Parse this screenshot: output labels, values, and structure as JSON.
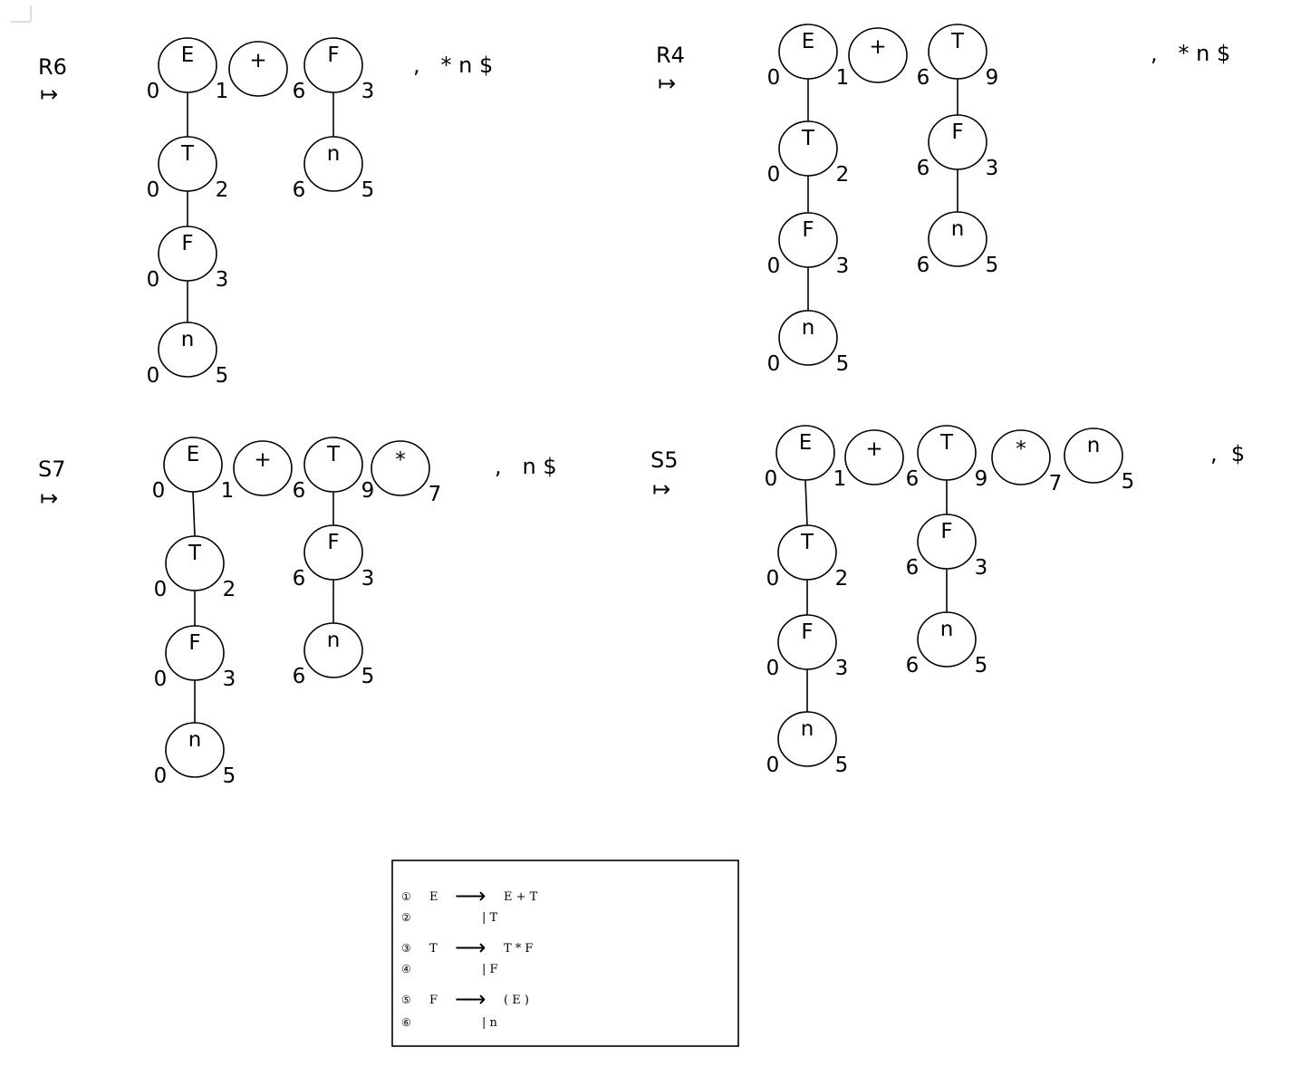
{
  "panels": [
    {
      "action": "R6",
      "arrow": "↦",
      "input": ",   * n $",
      "nodes": [
        {
          "sym": "E",
          "left": "0",
          "right": "1"
        },
        {
          "sym": "+",
          "left": "",
          "right": ""
        },
        {
          "sym": "F",
          "left": "6",
          "right": "3"
        },
        {
          "sym": "T",
          "left": "0",
          "right": "2"
        },
        {
          "sym": "n",
          "left": "6",
          "right": "5"
        },
        {
          "sym": "F",
          "left": "0",
          "right": "3"
        },
        {
          "sym": "n",
          "left": "0",
          "right": "5"
        }
      ]
    },
    {
      "action": "R4",
      "arrow": "↦",
      "input": ",   * n $",
      "nodes": [
        {
          "sym": "E",
          "left": "0",
          "right": "1"
        },
        {
          "sym": "+",
          "left": "",
          "right": ""
        },
        {
          "sym": "T",
          "left": "6",
          "right": "9"
        },
        {
          "sym": "F",
          "left": "6",
          "right": "3"
        },
        {
          "sym": "n",
          "left": "6",
          "right": "5"
        },
        {
          "sym": "T",
          "left": "0",
          "right": "2"
        },
        {
          "sym": "F",
          "left": "0",
          "right": "3"
        },
        {
          "sym": "n",
          "left": "0",
          "right": "5"
        }
      ]
    },
    {
      "action": "S7",
      "arrow": "↦",
      "input": ",   n $",
      "nodes": [
        {
          "sym": "E",
          "left": "0",
          "right": "1"
        },
        {
          "sym": "+",
          "left": "",
          "right": ""
        },
        {
          "sym": "T",
          "left": "6",
          "right": "9"
        },
        {
          "sym": "*",
          "left": "",
          "right": "7"
        },
        {
          "sym": "F",
          "left": "6",
          "right": "3"
        },
        {
          "sym": "n",
          "left": "6",
          "right": "5"
        },
        {
          "sym": "T",
          "left": "0",
          "right": "2"
        },
        {
          "sym": "F",
          "left": "0",
          "right": "3"
        },
        {
          "sym": "n",
          "left": "0",
          "right": "5"
        }
      ]
    },
    {
      "action": "S5",
      "arrow": "↦",
      "input": ",  $",
      "nodes": [
        {
          "sym": "E",
          "left": "0",
          "right": "1"
        },
        {
          "sym": "+",
          "left": "",
          "right": ""
        },
        {
          "sym": "T",
          "left": "6",
          "right": "9"
        },
        {
          "sym": "*",
          "left": "",
          "right": "7"
        },
        {
          "sym": "n",
          "left": "",
          "right": "5"
        },
        {
          "sym": "F",
          "left": "6",
          "right": "3"
        },
        {
          "sym": "n",
          "left": "6",
          "right": "5"
        },
        {
          "sym": "T",
          "left": "0",
          "right": "2"
        },
        {
          "sym": "F",
          "left": "0",
          "right": "3"
        },
        {
          "sym": "n",
          "left": "0",
          "right": "5"
        }
      ]
    }
  ],
  "grammar": [
    {
      "num": "①",
      "lhs": "E",
      "arrow": "⟶",
      "rhs": "E + T"
    },
    {
      "num": "②",
      "lhs": "",
      "arrow": "",
      "rhs": "| T"
    },
    {
      "num": "③",
      "lhs": "T",
      "arrow": "⟶",
      "rhs": "T * F"
    },
    {
      "num": "④",
      "lhs": "",
      "arrow": "",
      "rhs": "| F"
    },
    {
      "num": "⑤",
      "lhs": "F",
      "arrow": "⟶",
      "rhs": "( E )"
    },
    {
      "num": "⑥",
      "lhs": "",
      "arrow": "",
      "rhs": "| n"
    }
  ]
}
